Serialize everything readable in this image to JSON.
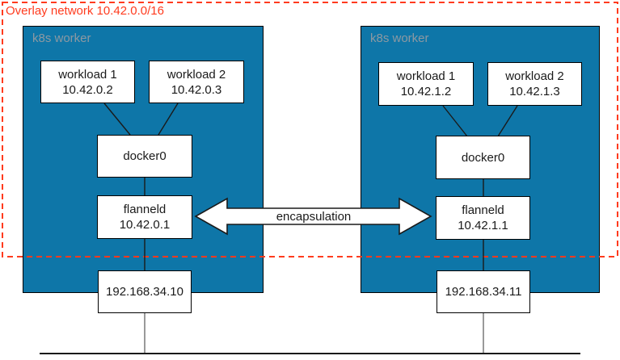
{
  "overlay": {
    "label": "Overlay network 10.42.0.0/16"
  },
  "arrow": {
    "label": "encapsulation"
  },
  "workers": [
    {
      "label": "k8s worker",
      "nodes": {
        "workload1": {
          "name": "workload 1",
          "ip": "10.42.0.2"
        },
        "workload2": {
          "name": "workload 2",
          "ip": "10.42.0.3"
        },
        "bridge": {
          "name": "docker0"
        },
        "flanneld": {
          "name": "flanneld",
          "ip": "10.42.0.1"
        },
        "host": {
          "ip": "192.168.34.10"
        }
      }
    },
    {
      "label": "k8s worker",
      "nodes": {
        "workload1": {
          "name": "workload 1",
          "ip": "10.42.1.2"
        },
        "workload2": {
          "name": "workload 2",
          "ip": "10.42.1.3"
        },
        "bridge": {
          "name": "docker0"
        },
        "flanneld": {
          "name": "flanneld",
          "ip": "10.42.1.1"
        },
        "host": {
          "ip": "192.168.34.11"
        }
      }
    }
  ],
  "colors": {
    "worker-fill": "#0e76a8",
    "worker-border": "#000000",
    "worker-label": "#8d99a2",
    "overlay-red": "#ff3b1e",
    "node-fill": "#ffffff",
    "node-border": "#000000",
    "text": "#1a1a1a",
    "wire": "#1a1a1a",
    "wire-muted": "#808080"
  }
}
